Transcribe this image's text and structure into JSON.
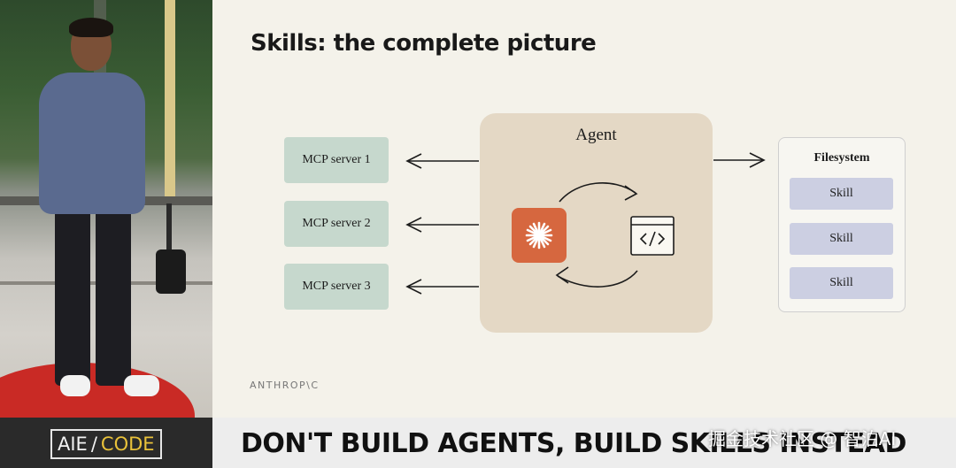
{
  "slide": {
    "title": "Skills: the complete picture",
    "brand": "ANTHROP\\C",
    "mcp_servers": [
      "MCP server 1",
      "MCP server 2",
      "MCP server 3"
    ],
    "agent": {
      "label": "Agent"
    },
    "filesystem": {
      "label": "Filesystem",
      "skills": [
        "Skill",
        "Skill",
        "Skill"
      ]
    }
  },
  "banner": {
    "badge_left": "AIE",
    "badge_sep": "/",
    "badge_right": "CODE",
    "headline": "DON'T BUILD AGENTS, BUILD SKILLS INSTEAD"
  },
  "watermark": "掘金技术社区 @ 智泊AI",
  "colors": {
    "slide_bg": "#f4f2ea",
    "mcp_box": "#c6d8cd",
    "agent_box": "#e4d8c5",
    "skill_box": "#cccfe2",
    "claude_orange": "#d6673f",
    "badge_accent": "#e9c23a"
  },
  "icons": [
    "claude-spark-icon",
    "code-window-icon"
  ]
}
